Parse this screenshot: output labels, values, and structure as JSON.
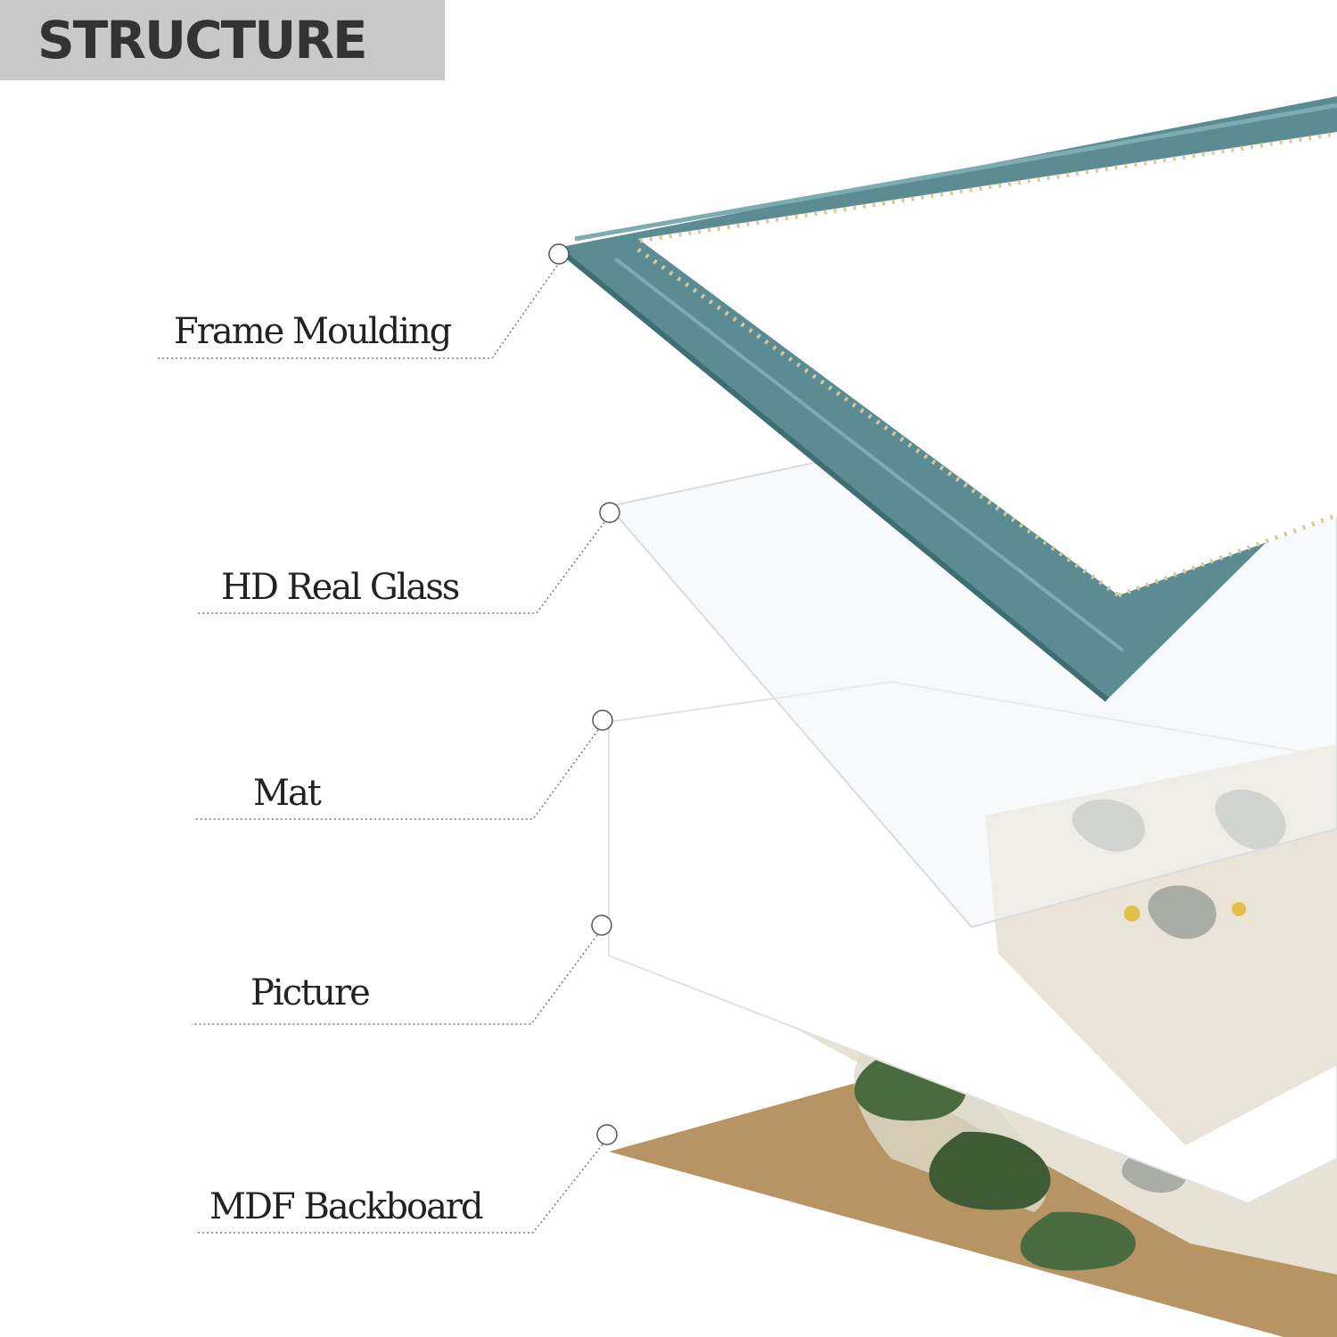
{
  "title": "STRUCTURE",
  "layers": [
    {
      "label": "Frame Moulding"
    },
    {
      "label": "HD Real Glass"
    },
    {
      "label": "Mat"
    },
    {
      "label": "Picture"
    },
    {
      "label": "MDF Backboard"
    }
  ],
  "colors": {
    "banner": "#c9c9c9",
    "title": "#333333",
    "frame": "#5b8c93",
    "frame_light": "#7eabb1",
    "frame_dark": "#3f6d74",
    "beads": "#d8c89a",
    "backboard": "#b69464",
    "picture_bg": "#e7e2d4",
    "leaf": "#3e5b36",
    "orchid": "#a9ada5"
  }
}
